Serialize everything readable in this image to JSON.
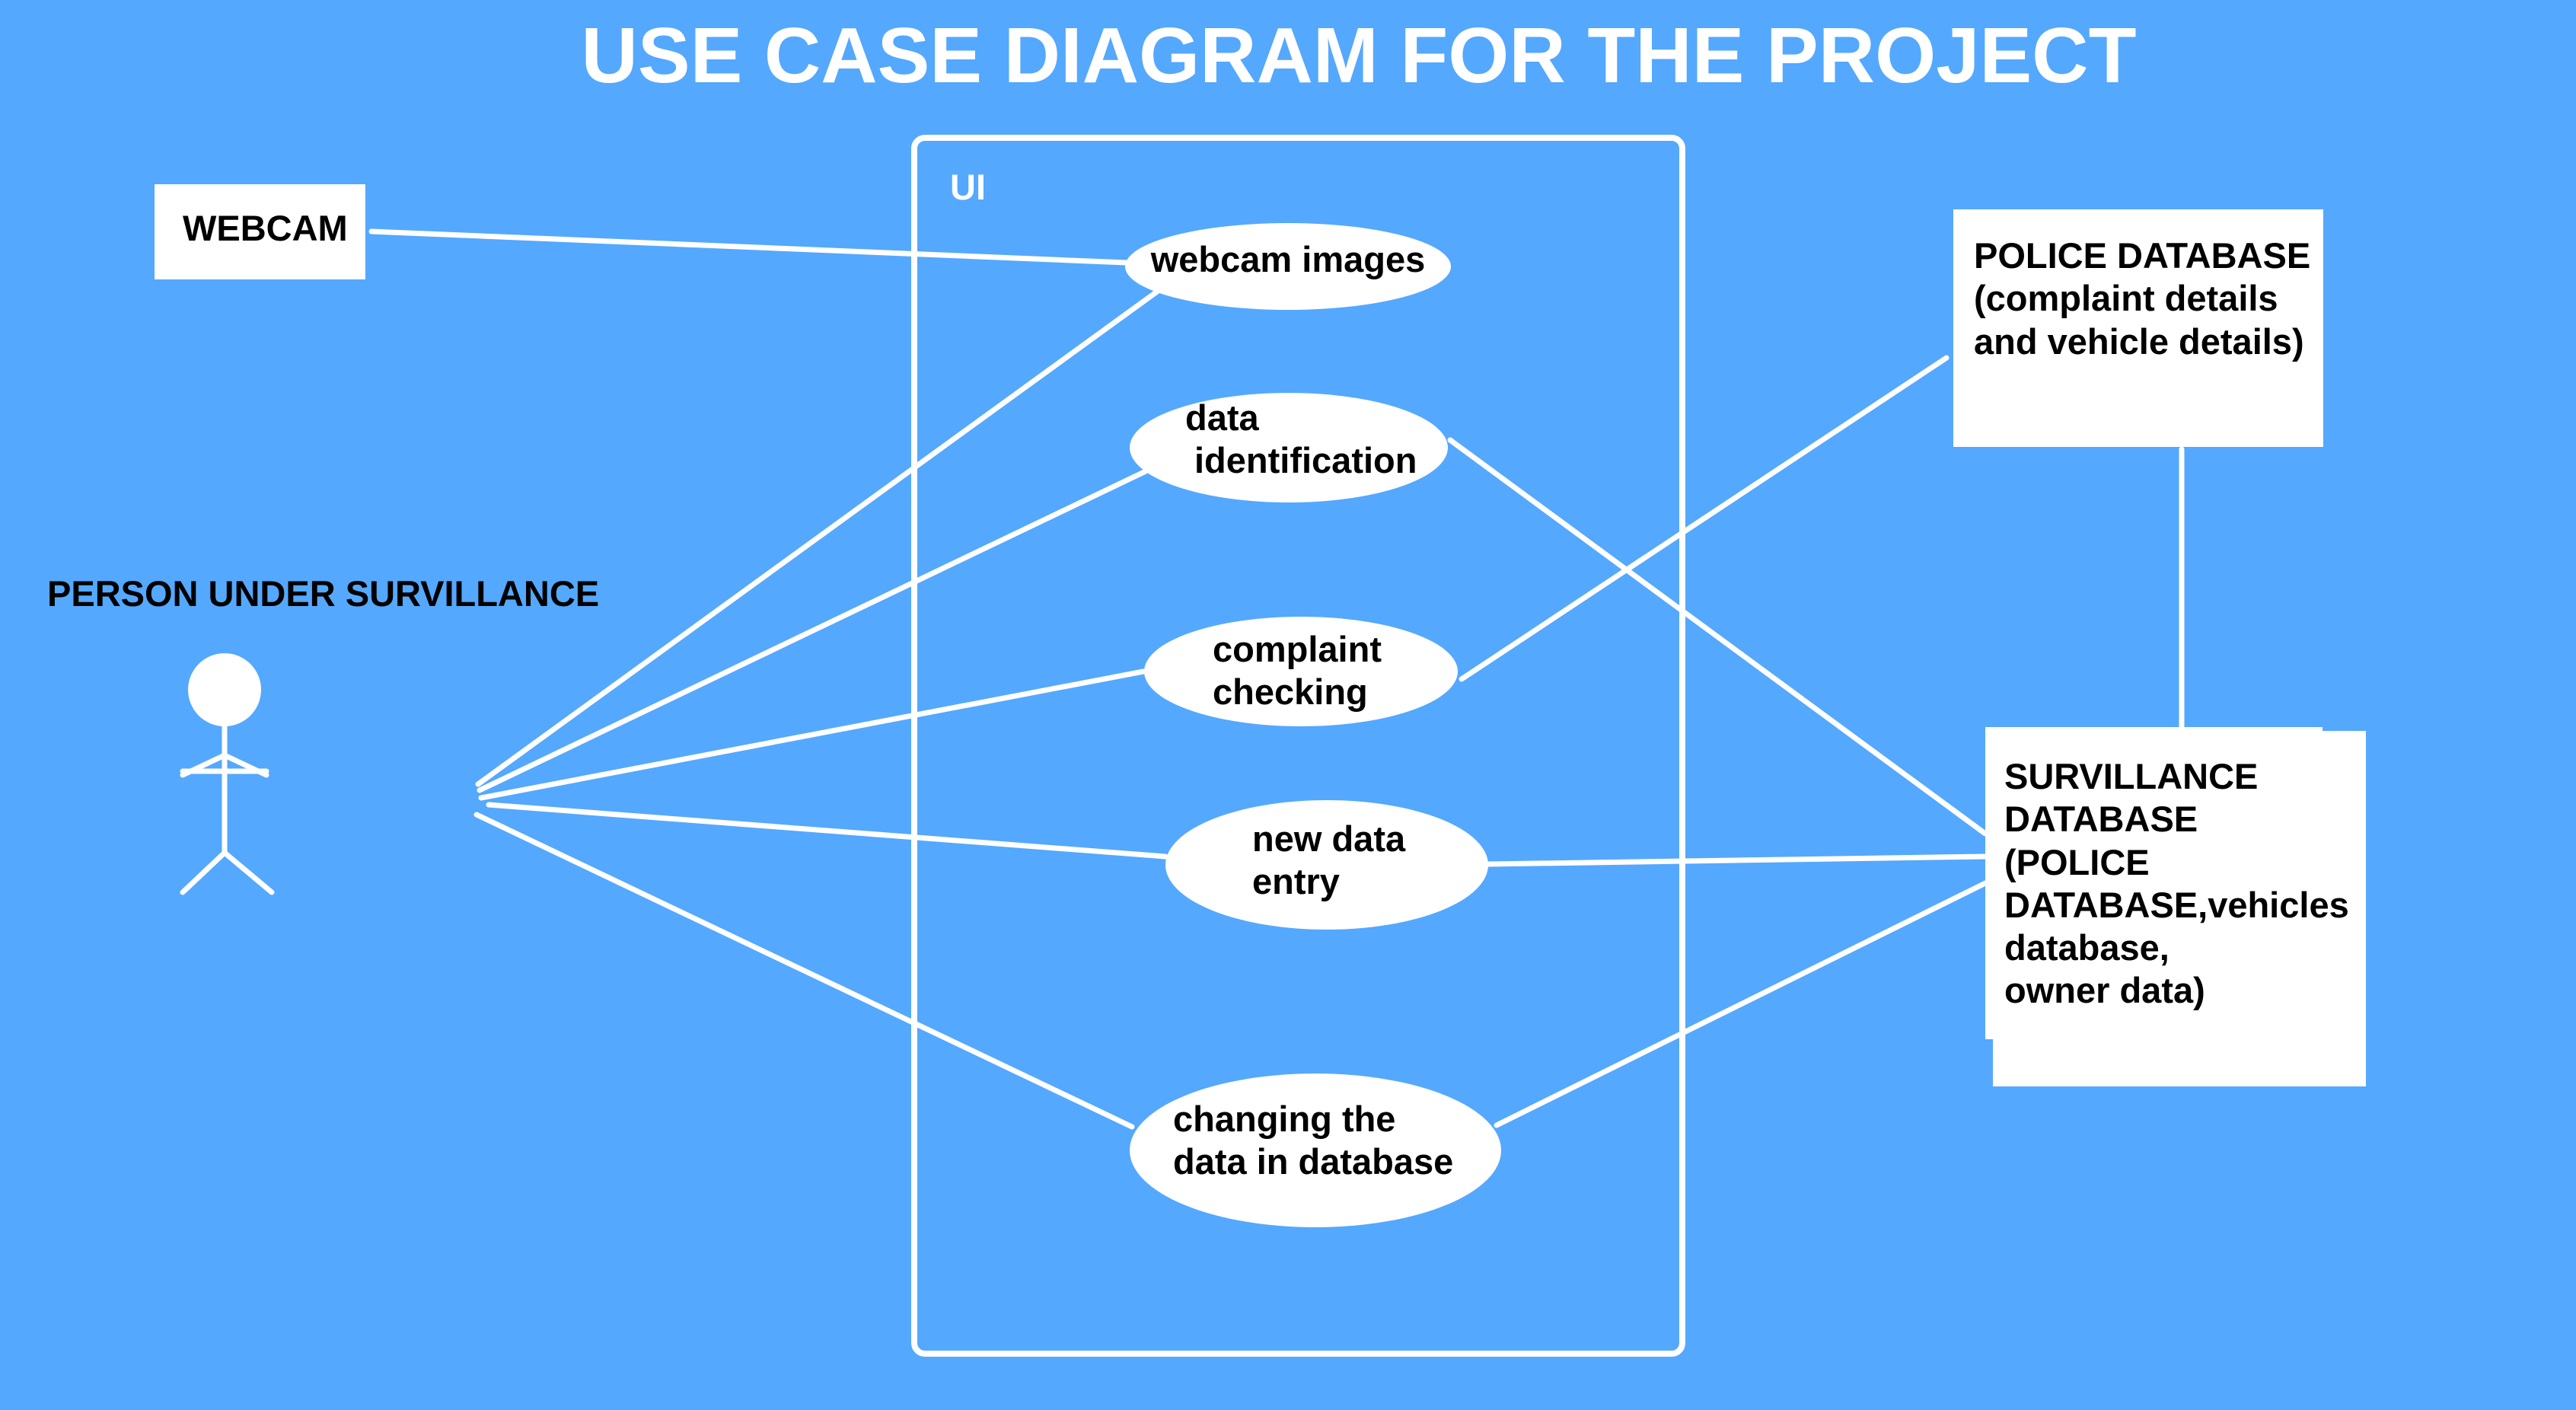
{
  "title": "USE CASE DIAGRAM FOR THE PROJECT",
  "system_boundary": {
    "label": "UI"
  },
  "actors": {
    "person": "PERSON UNDER SURVILLANCE",
    "webcam": "WEBCAM",
    "police_db": {
      "lines": [
        "POLICE DATABASE",
        "(complaint details",
        "and vehicle details)"
      ]
    },
    "surveillance_db": {
      "lines": [
        "SURVILLANCE",
        "DATABASE",
        "(POLICE",
        "DATABASE,vehicles",
        "database,",
        "owner data)"
      ]
    }
  },
  "use_cases": [
    {
      "id": "webcam-images",
      "lines": [
        "webcam images"
      ]
    },
    {
      "id": "data-identification",
      "lines": [
        "data",
        "identification"
      ]
    },
    {
      "id": "complaint-checking",
      "lines": [
        "complaint",
        "checking"
      ]
    },
    {
      "id": "new-data-entry",
      "lines": [
        "new data",
        "entry"
      ]
    },
    {
      "id": "changing-data",
      "lines": [
        "changing the",
        "data in database"
      ]
    }
  ],
  "colors": {
    "background": "#54a8fe",
    "foreground": "#ffffff",
    "text": "#000000"
  }
}
